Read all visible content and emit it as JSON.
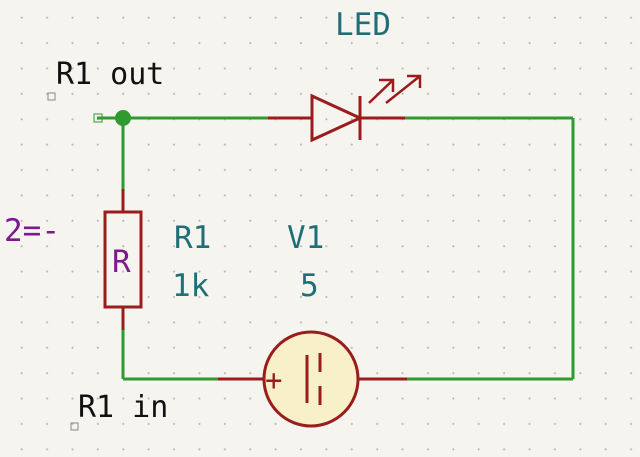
{
  "schematic": {
    "led": {
      "reference": "LED"
    },
    "resistor": {
      "reference": "R1",
      "value": "1k",
      "body_text": "R",
      "pin_marker": "2=-"
    },
    "source": {
      "reference": "V1",
      "value": "5",
      "plus_sign": "+"
    },
    "net_labels": {
      "top": "R1 out",
      "bottom": "R1 in"
    }
  },
  "colors": {
    "background": "#f5f4ef",
    "grid_dot": "#b9b9b4",
    "wire": "#2f9a2f",
    "component": "#9b1c1c",
    "source_fill": "#f7f0c8",
    "reference_text": "#1f6f78",
    "pin_text": "#7c1a8c",
    "label_text": "#111111",
    "marker": "#888888"
  }
}
